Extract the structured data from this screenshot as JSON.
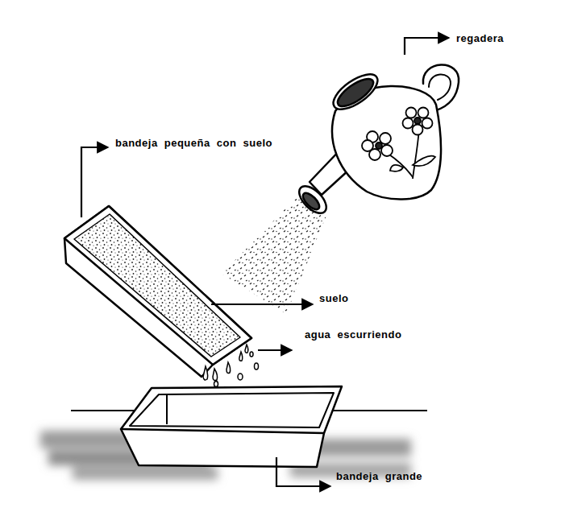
{
  "diagram": {
    "labels": [
      "regadera",
      "bandeja pequeña con suelo",
      "suelo",
      "agua escurriendo",
      "bandeja grande"
    ]
  }
}
